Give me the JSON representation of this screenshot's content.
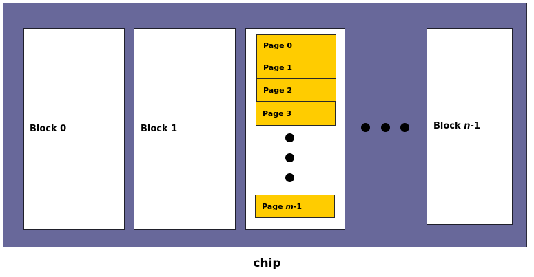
{
  "chip": {
    "caption": "chip",
    "fill_color": "#68689a"
  },
  "blocks": [
    {
      "label": "Block 0"
    },
    {
      "label": "Block 1"
    },
    {
      "label": "Block n-1",
      "prefix": "Block ",
      "var": "n",
      "suffix": "-1"
    }
  ],
  "pages": [
    {
      "label": "Page 0"
    },
    {
      "label": "Page 1"
    },
    {
      "label": "Page 2"
    },
    {
      "label": "Page 3"
    },
    {
      "label": "Page m-1",
      "prefix": "Page ",
      "var": "m",
      "suffix": "-1"
    }
  ],
  "page_fill_color": "#ffcc00"
}
